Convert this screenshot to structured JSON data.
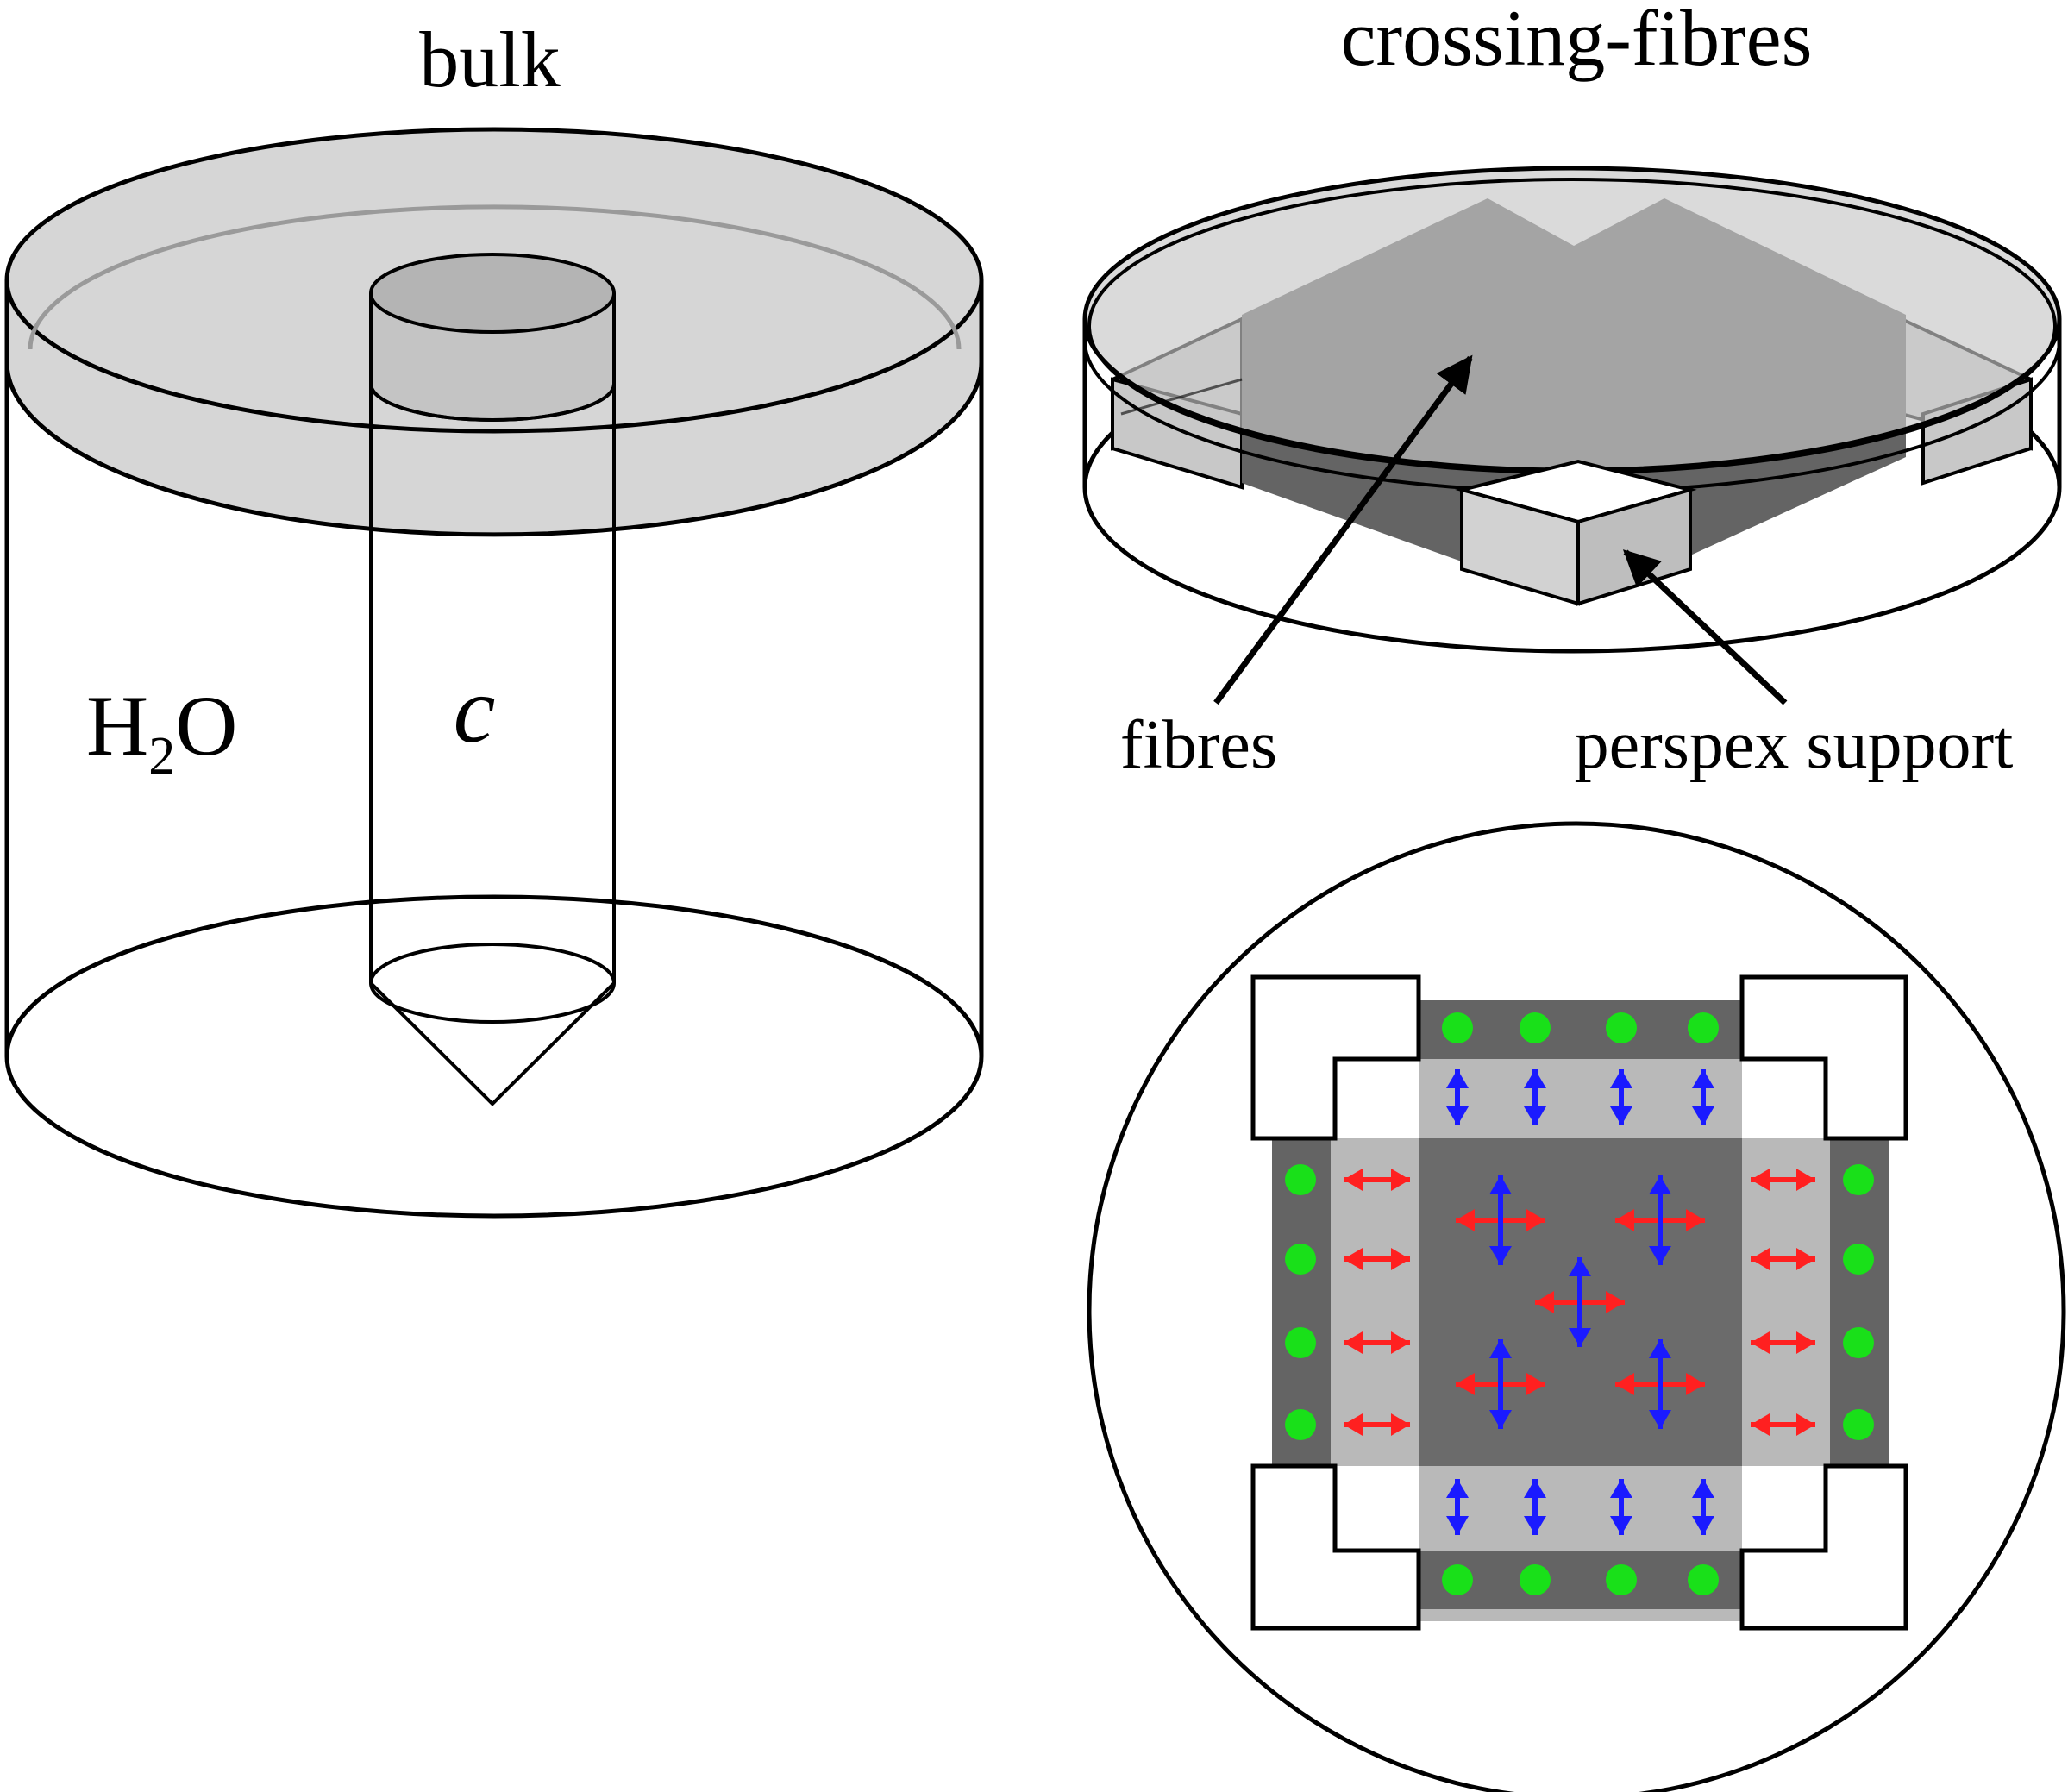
{
  "labels": {
    "bulk_title": "bulk",
    "crossing_title": "crossing-fibres",
    "water": "H",
    "water_sub": "2",
    "water_end": "O",
    "concentration": "c",
    "fibres": "fibres",
    "support": "perspex support"
  },
  "colors": {
    "lid": "#d6d6d6",
    "tube_top": "#b4b4b4",
    "fibre_dark": "#646464",
    "fibre_light": "#b9b9b9",
    "support_block": "#d2d2d2",
    "dot": "#19e019",
    "arrow_red": "#ff2020",
    "arrow_blue": "#1a1aff"
  }
}
